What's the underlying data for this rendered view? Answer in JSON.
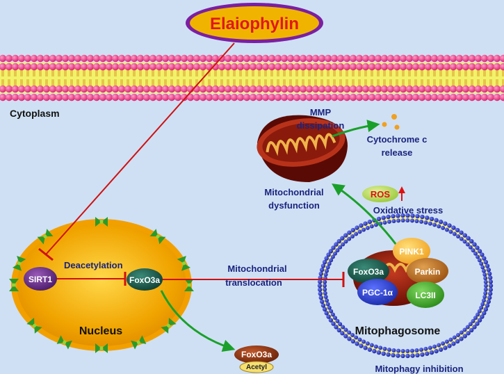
{
  "drug": "Elaiophylin",
  "regions": {
    "cytoplasm": "Cytoplasm",
    "nucleus": "Nucleus",
    "mitophagosome": "Mitophagosome"
  },
  "proteins": {
    "sirt1": "SIRT1",
    "foxo3a": "FoxO3a",
    "foxo3a_acetyl_top": "FoxO3a",
    "acetyl": "Acetyl",
    "pink1": "PINK1",
    "parkin": "Parkin",
    "foxo3a_mito": "FoxO3a",
    "pgc1a": "PGC-1α",
    "lc3ii": "LC3II",
    "ros": "ROS"
  },
  "annotations": {
    "deacetylation": "Deacetylation",
    "mito_translocation_1": "Mitochondrial",
    "mito_translocation_2": "translocation",
    "mmp_1": "MMP",
    "mmp_2": "dissipation",
    "cytc_1": "Cytochrome c",
    "cytc_2": "release",
    "mito_dysfunction_1": "Mitochondrial",
    "mito_dysfunction_2": "dysfunction",
    "oxidative_stress": "Oxidative stress",
    "mitophagy_inhibition": "Mitophagy inhibition"
  },
  "colors": {
    "background": "#cfe0f4",
    "membrane_head": "#e0307a",
    "membrane_tail": "#f2f26a",
    "inhibition": "#d01010",
    "activation": "#1aa02a",
    "nucleus": "#f4a800",
    "label_text": "#1a237e"
  }
}
